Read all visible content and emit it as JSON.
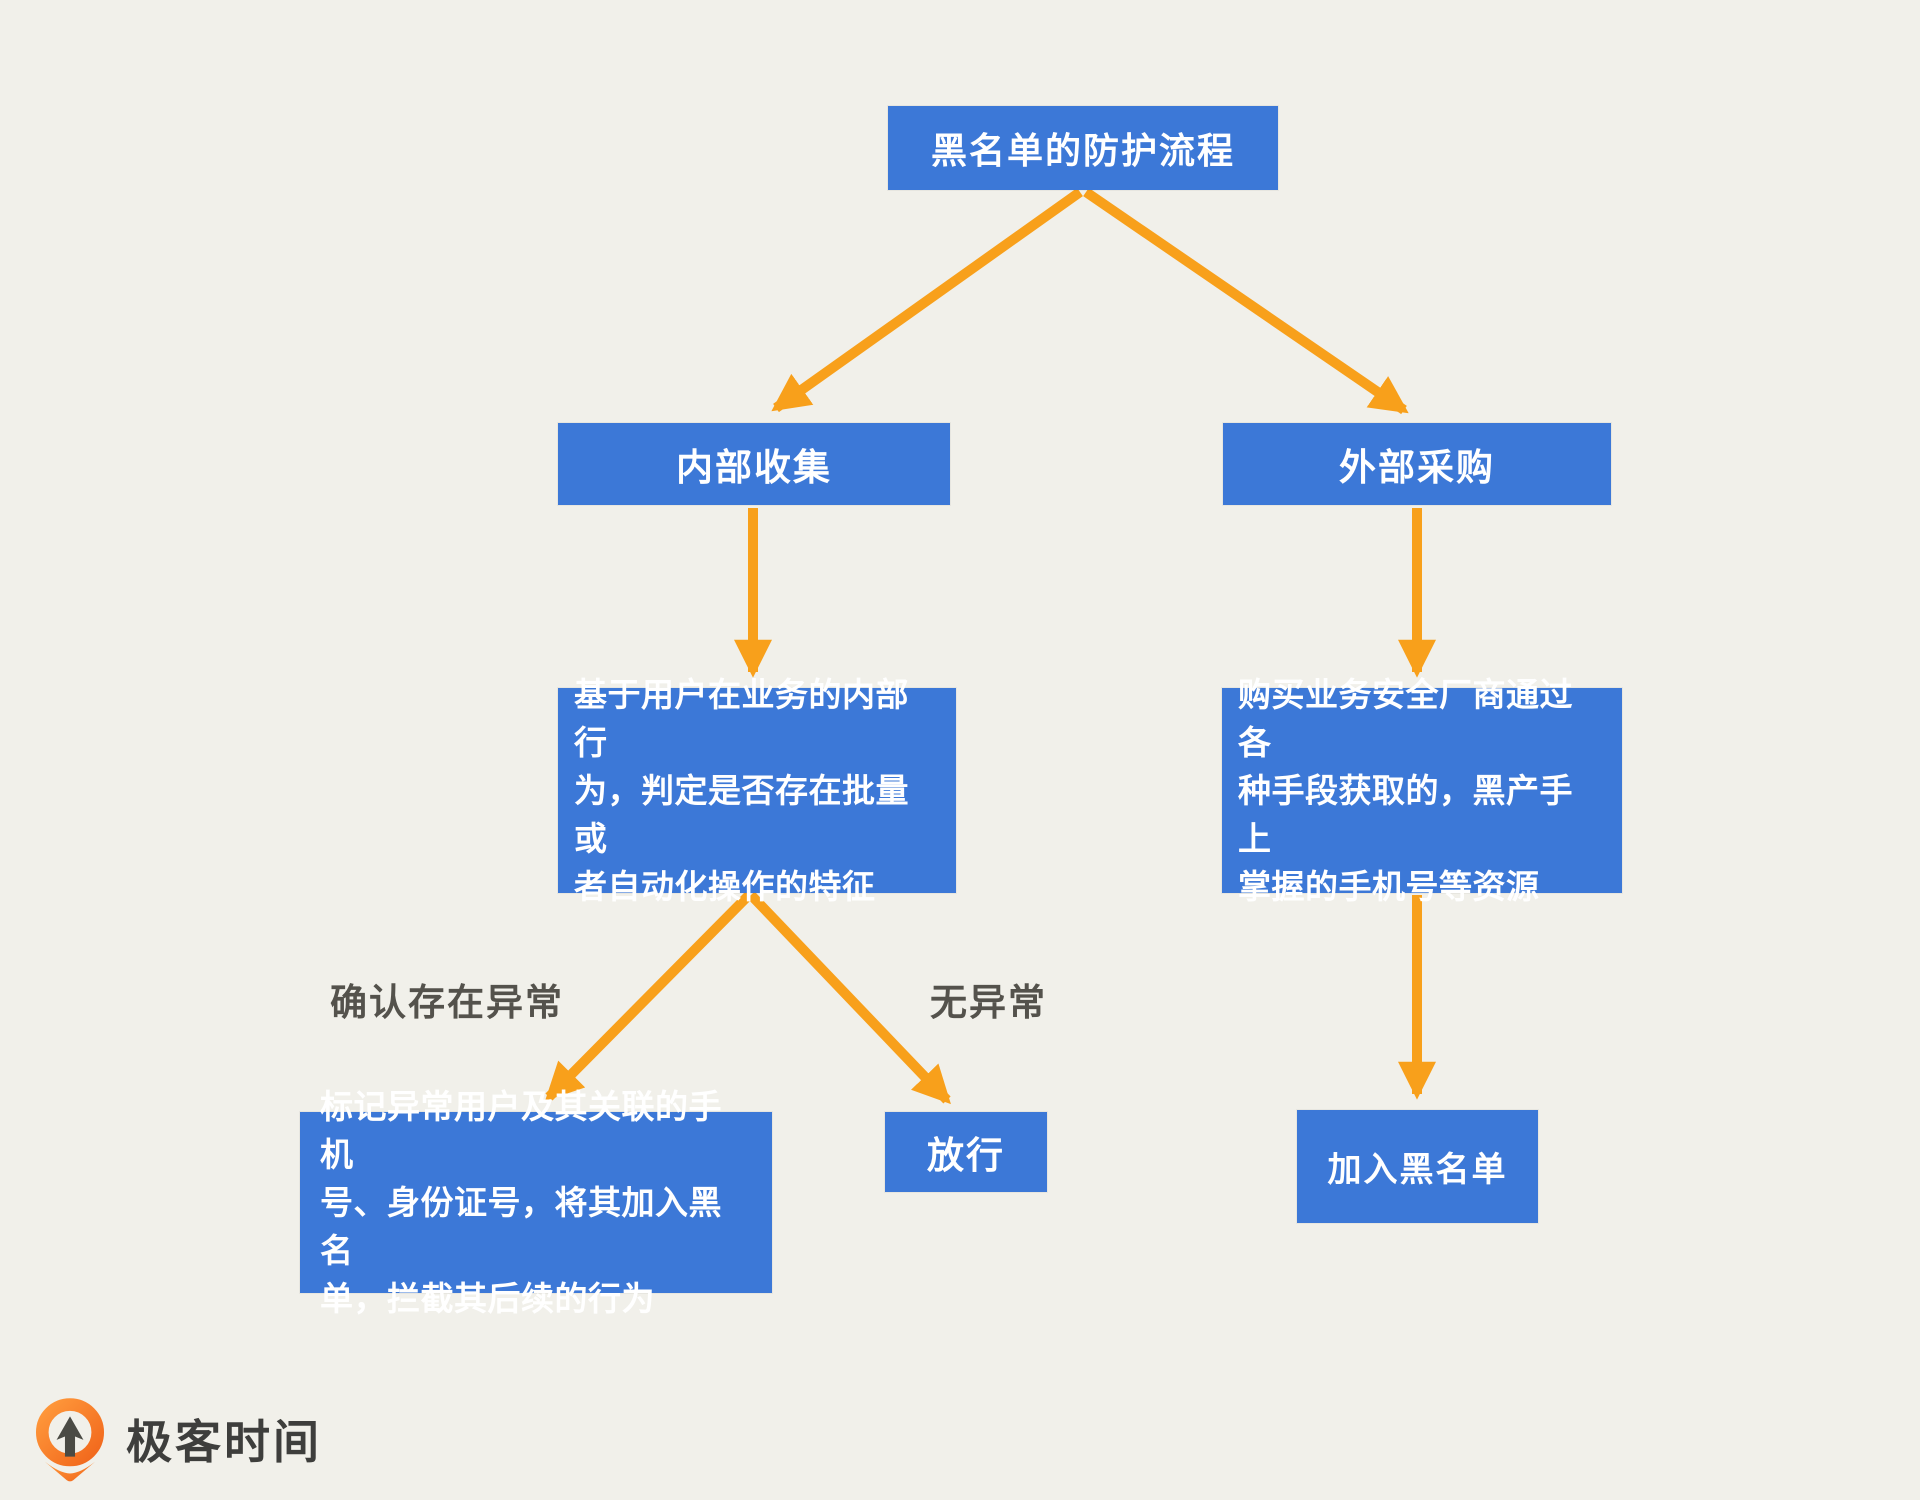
{
  "diagram": {
    "nodes": {
      "title": "黑名单的防护流程",
      "internal": "内部收集",
      "external": "外部采购",
      "internal_detail": "基于用户在业务的内部行\n为，判定是否存在批量或\n者自动化操作的特征",
      "external_detail": "购买业务安全厂商通过各\n种手段获取的，黑产手上\n掌握的手机号等资源",
      "mark_abnormal": "标记异常用户及其关联的手机\n号、身份证号，将其加入黑名\n单，拦截其后续的行为",
      "release": "放行",
      "add_blacklist": "加入黑名单"
    },
    "edge_labels": {
      "abnormal": "确认存在异常",
      "normal": "无异常"
    },
    "colors": {
      "node_fill": "#3C78D7",
      "node_text": "#FFFFFF",
      "arrow": "#F8A01B",
      "background": "#F1F0EA",
      "edge_label_text": "#54524C",
      "logo_orange": "#F1661B"
    }
  },
  "footer": {
    "logo_text": "极客时间"
  }
}
